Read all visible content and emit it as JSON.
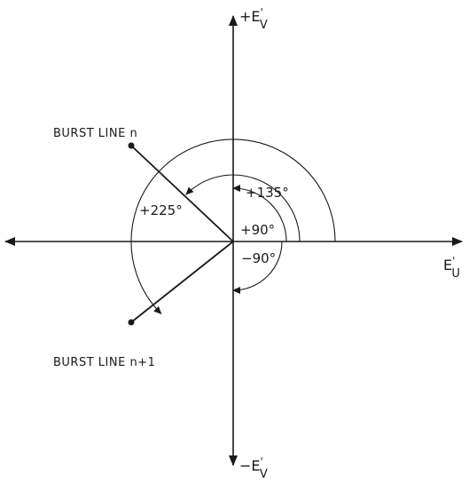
{
  "axes": {
    "v_pos": "+E'V",
    "v_pos_main": "+E",
    "v_pos_sup": "'",
    "v_pos_sub": "V",
    "v_neg_main": "−E",
    "v_neg_sup": "'",
    "v_neg_sub": "V",
    "u_main": "E",
    "u_sup": "'",
    "u_sub": "U"
  },
  "burst_lines": {
    "n": "BURST LINE n",
    "n_plus_1": "BURST LINE n+1"
  },
  "angles": {
    "a225": "+225°",
    "a135": "+135°",
    "a90p": "+90°",
    "a90n": "−90°"
  },
  "geometry_data": {
    "burst_n_angle_deg": 135,
    "burst_n1_angle_deg": 225,
    "arcs_deg": [
      90,
      -90,
      135,
      225
    ]
  }
}
